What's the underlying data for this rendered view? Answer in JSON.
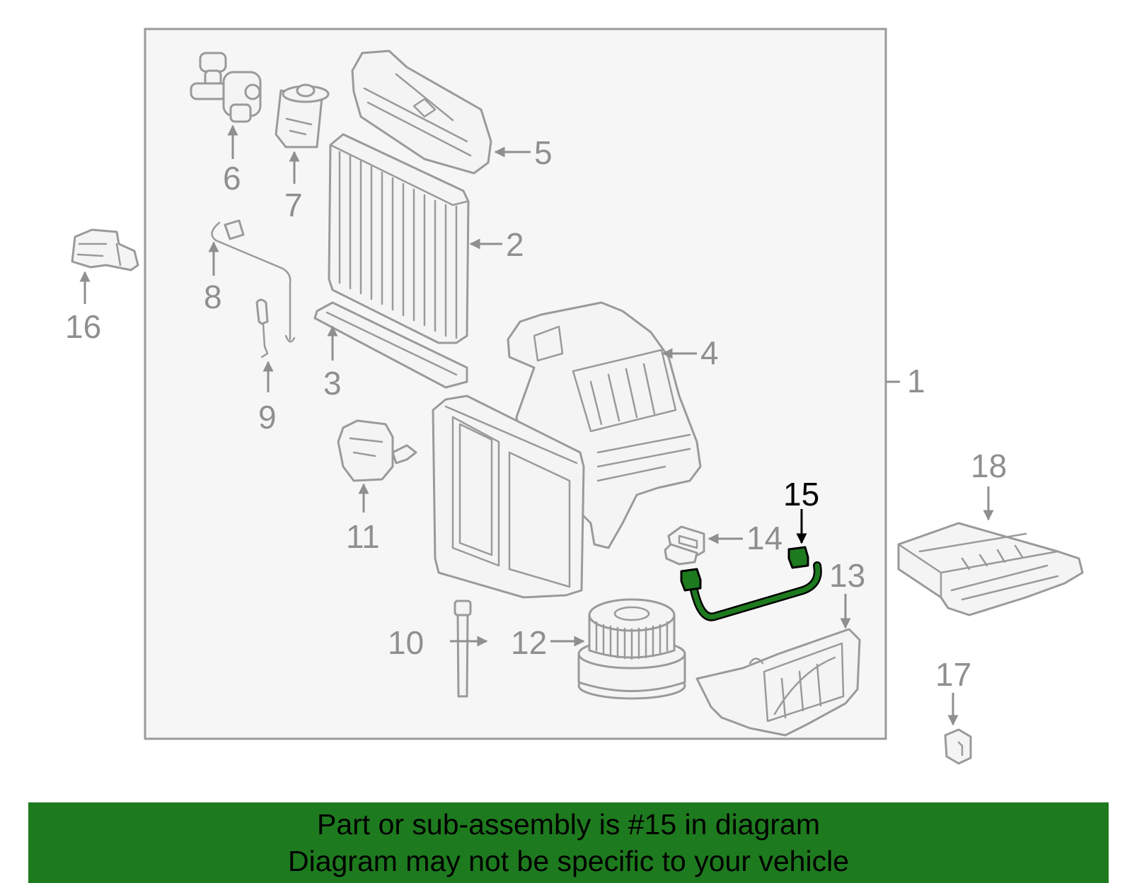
{
  "callouts": {
    "c1": "1",
    "c2": "2",
    "c3": "3",
    "c4": "4",
    "c5": "5",
    "c6": "6",
    "c7": "7",
    "c8": "8",
    "c9": "9",
    "c10": "10",
    "c11": "11",
    "c12": "12",
    "c13": "13",
    "c14": "14",
    "c15": "15",
    "c16": "16",
    "c17": "17",
    "c18": "18"
  },
  "highlighted_part": "15",
  "banner": {
    "line1": "Part or sub-assembly is #15 in diagram",
    "line2": "Diagram may not be specific to your vehicle"
  },
  "colors": {
    "banner_background": "#1e7a1e",
    "highlight_fill": "#1e7a1e",
    "line_art": "#9a9a9a",
    "frame_background": "#f6f6f6"
  }
}
